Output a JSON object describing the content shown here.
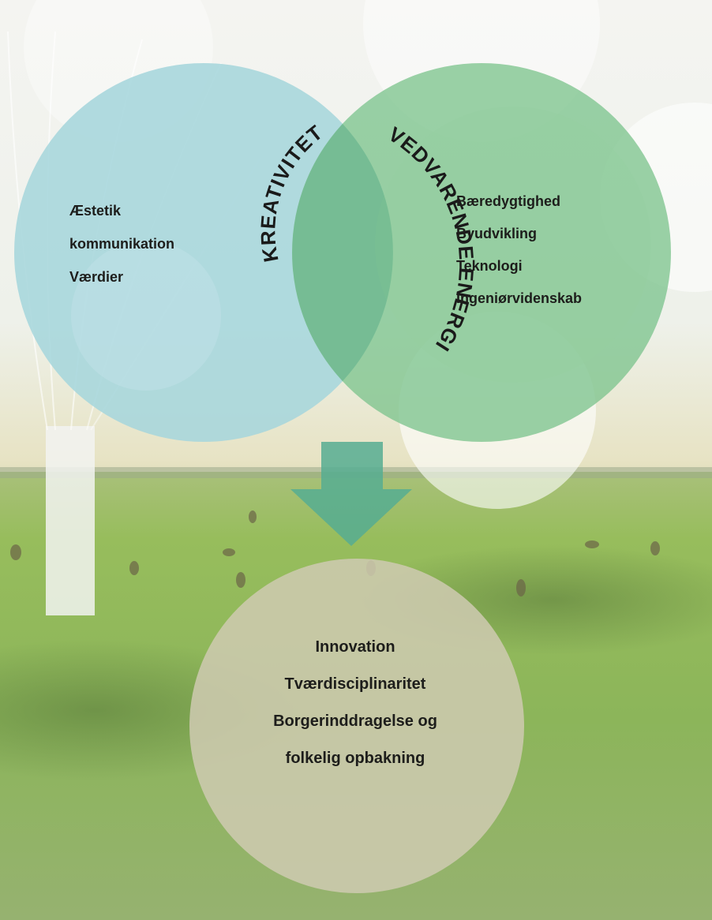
{
  "diagram": {
    "arc_labels": {
      "left": "KREATIVITET",
      "right": "VEDVARENDE ENERGI"
    },
    "left_circle": {
      "items": [
        "Æstetik",
        "kommunikation",
        "Værdier"
      ]
    },
    "right_circle": {
      "items": [
        "Bæredygtighed",
        "Byudvikling",
        "Teknologi",
        "Ingeniørvidenskab"
      ]
    },
    "bottom_circle": {
      "items": [
        "Innovation",
        "Tværdisciplinaritet",
        "Borgerinddragelse og",
        "folkelig opbakning"
      ]
    },
    "colors": {
      "left_circle": "#a6d6dc",
      "right_circle": "#7dc48e",
      "overlap": "#5fae85",
      "arrow": "#56ad92",
      "bottom_circle": "#cfcab2",
      "sky": "#eef0e8",
      "grass": "#8ab35a",
      "text": "#1d1d1b"
    }
  }
}
